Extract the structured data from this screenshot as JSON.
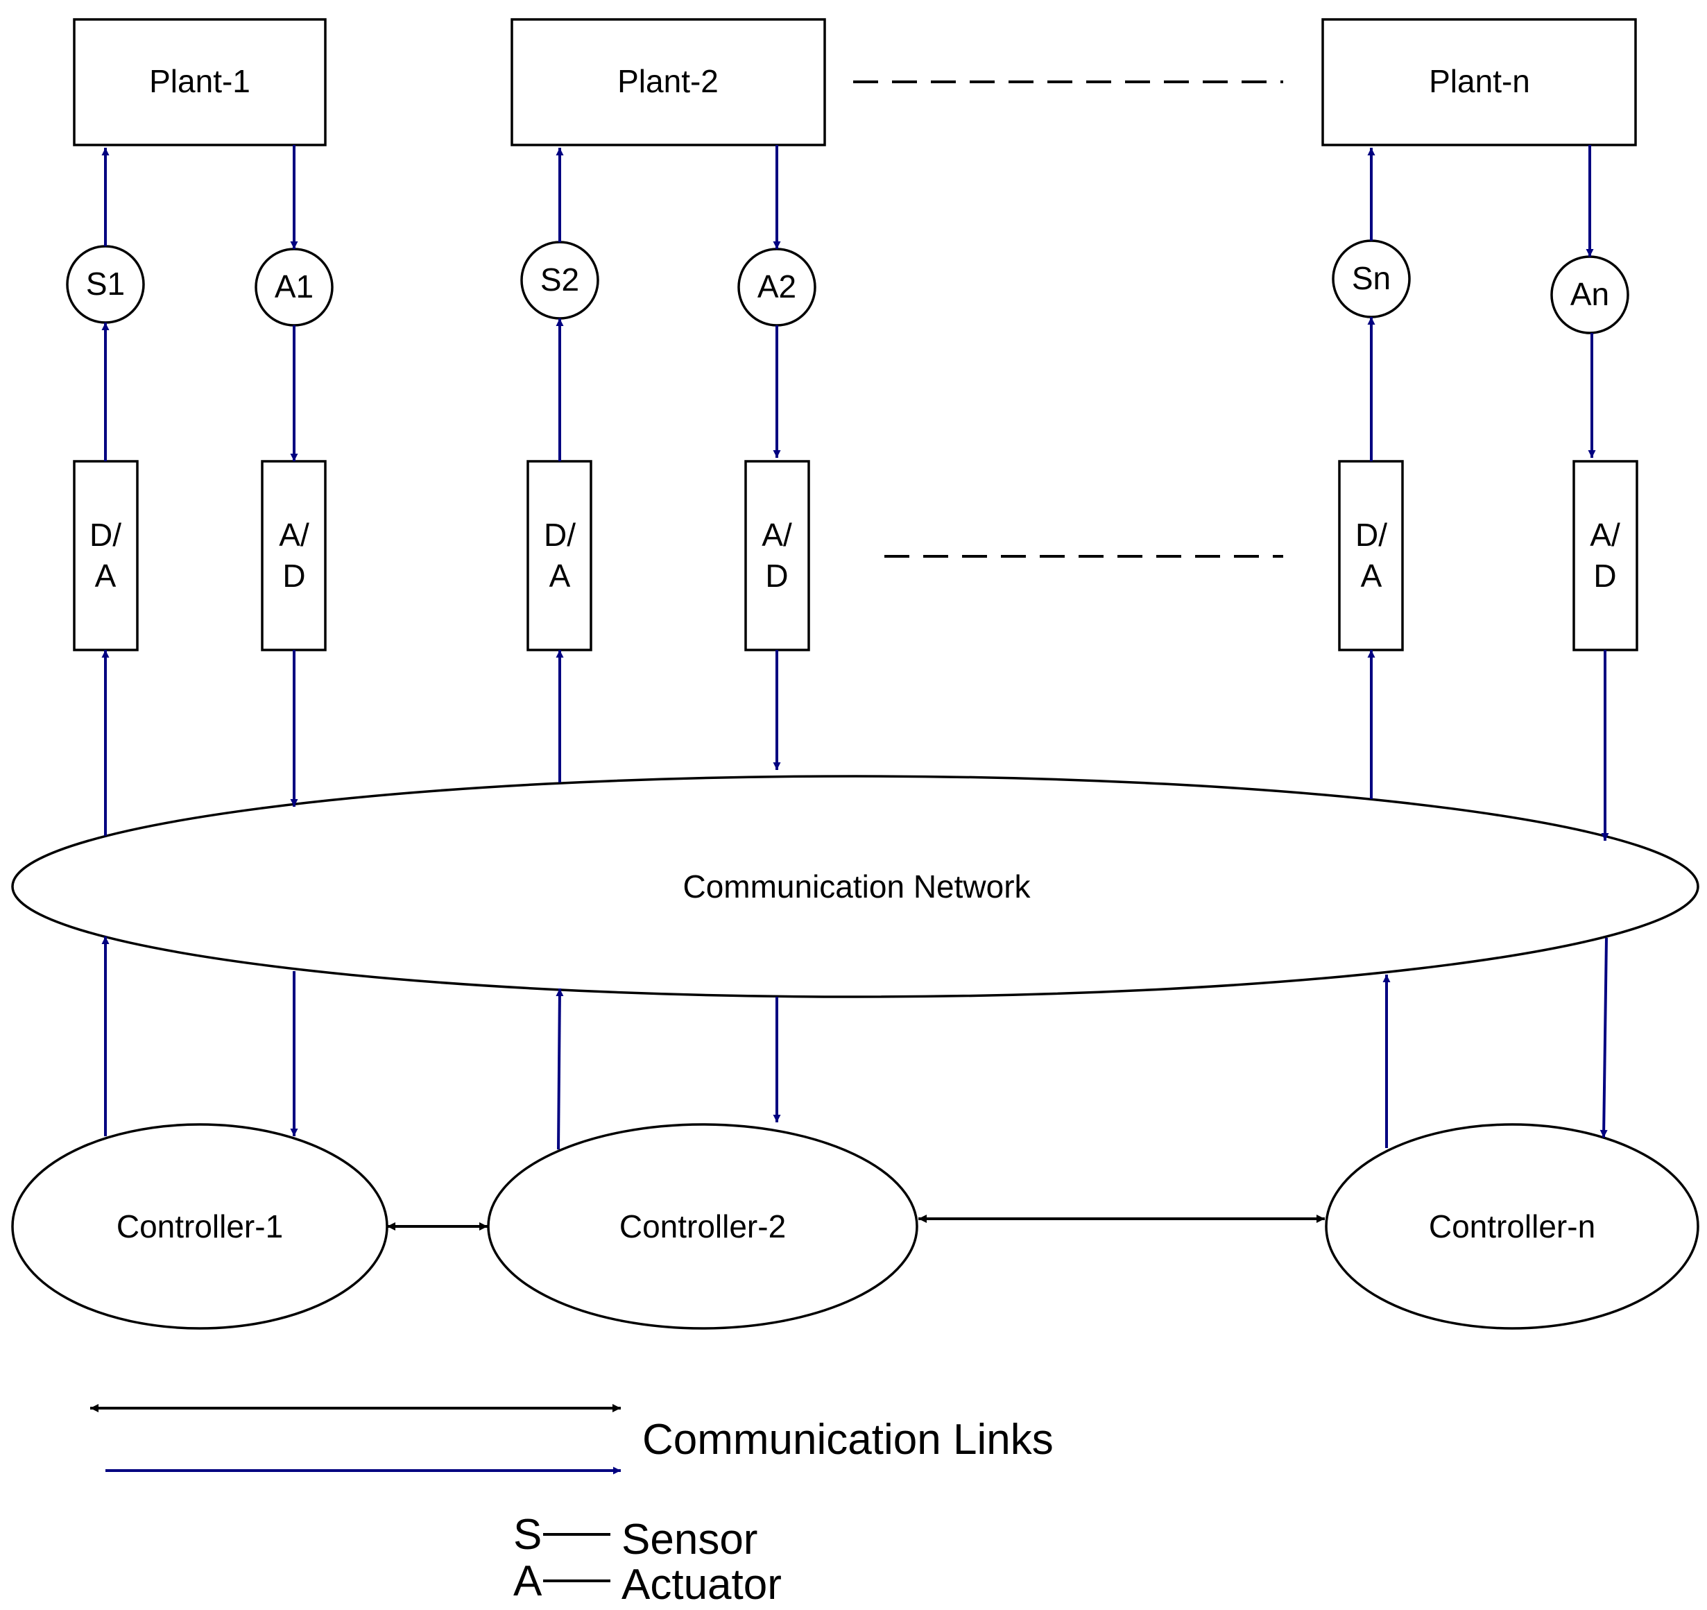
{
  "colors": {
    "link": "#000080",
    "outline": "#000000",
    "background": "#ffffff"
  },
  "plants": [
    "Plant-1",
    "Plant-2",
    "Plant-n"
  ],
  "sensors": [
    "S1",
    "S2",
    "Sn"
  ],
  "actuators": [
    "A1",
    "A2",
    "An"
  ],
  "converters": {
    "da": [
      "D/",
      "A"
    ],
    "ad": [
      "A/",
      "D"
    ]
  },
  "network": "Communication Network",
  "controllers": [
    "Controller-1",
    "Controller-2",
    "Controller-n"
  ],
  "legend": {
    "links_label": "Communication Links",
    "sensor_key": "S",
    "sensor_label": "Sensor",
    "actuator_key": "A",
    "actuator_label": "Actuator"
  }
}
